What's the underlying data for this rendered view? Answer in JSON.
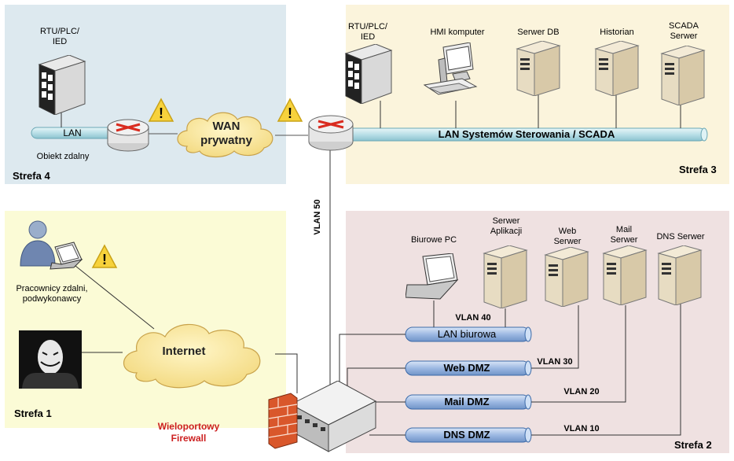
{
  "zones": {
    "zone4": {
      "name": "Strefa 4",
      "bg": "#dde9ef"
    },
    "zone3": {
      "name": "Strefa 3",
      "bg": "#fbf4dc"
    },
    "zone1": {
      "name": "Strefa 1",
      "bg": "#fbfbd6"
    },
    "zone2": {
      "name": "Strefa 2",
      "bg": "#efe1e1"
    }
  },
  "zone4": {
    "rtu_label": "RTU/PLC/\nIED",
    "lan_label": "LAN",
    "remote_label": "Obiekt zdalny",
    "wan_label": "WAN\nprywatny"
  },
  "zone3": {
    "rtu_label": "RTU/PLC/\nIED",
    "hmi_label": "HMI komputer",
    "db_label": "Serwer DB",
    "historian_label": "Historian",
    "scada_label": "SCADA\nSerwer",
    "lan_label": "LAN Systemów Sterowania / SCADA"
  },
  "zone1": {
    "remote_workers_label": "Pracownicy zdalni,\npodwykonawcy",
    "internet_label": "Internet",
    "firewall_label": "Wieloportowy\nFirewall"
  },
  "zone2": {
    "office_pc_label": "Biurowe PC",
    "app_server_label": "Serwer\nAplikacji",
    "web_server_label": "Web\nSerwer",
    "mail_server_label": "Mail\nSerwer",
    "dns_server_label": "DNS Serwer",
    "lan_office": "LAN biurowa",
    "web_dmz": "Web DMZ",
    "mail_dmz": "Mail DMZ",
    "dns_dmz": "DNS DMZ",
    "vlan40": "VLAN 40",
    "vlan30": "VLAN 30",
    "vlan20": "VLAN 20",
    "vlan10": "VLAN 10",
    "vlan50": "VLAN 50"
  },
  "colors": {
    "pipe": "#bfe3ea",
    "pipe_blue": "#9bb9e3",
    "router_arrow": "#d92b1f",
    "warning": "#f7d23c",
    "firewall_text": "#cc1f1f"
  },
  "icons": [
    "server-icon",
    "router-icon",
    "warning-icon",
    "laptop-icon",
    "user-icon",
    "hacker-icon",
    "firewall-icon",
    "cloud-icon",
    "monitor-icon"
  ]
}
